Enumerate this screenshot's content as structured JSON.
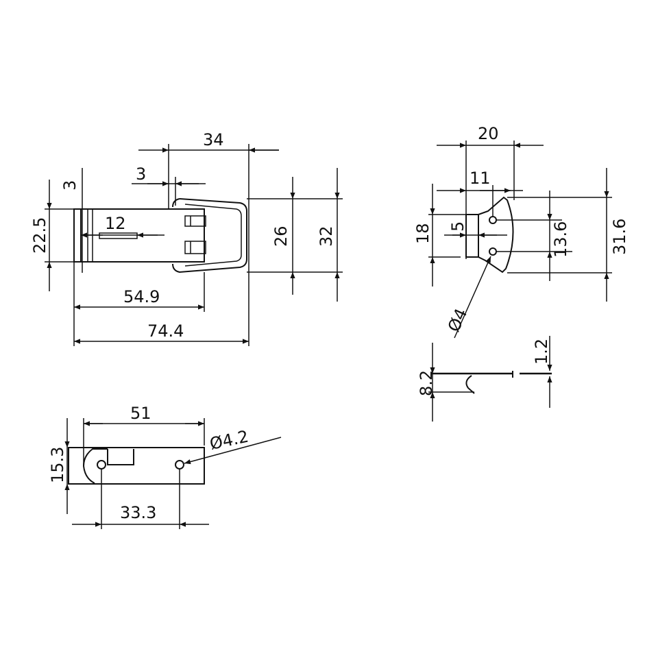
{
  "title": "Latch technical drawing",
  "front_view": {
    "dim_width_top": "34",
    "dim_hook_offset": "3",
    "dim_plate_thickness": "3",
    "dim_height": "22.5",
    "dim_slot": "12",
    "dim_bail_inner": "26",
    "dim_bail_outer": "32",
    "dim_body_length": "54.9",
    "dim_total_length": "74.4"
  },
  "catch_view": {
    "dim_width": "20",
    "dim_offset": "11",
    "dim_height": "18",
    "dim_slot": "5",
    "dim_hole_spacing": "13.6",
    "dim_total_height": "31.6",
    "dim_hole_diameter": "Ø4",
    "dim_profile_height": "8.2",
    "dim_thickness": "1.2"
  },
  "base_view": {
    "dim_length": "51",
    "dim_height": "15.3",
    "dim_hole_spacing": "33.3",
    "dim_hole_diameter": "Ø4.2"
  }
}
